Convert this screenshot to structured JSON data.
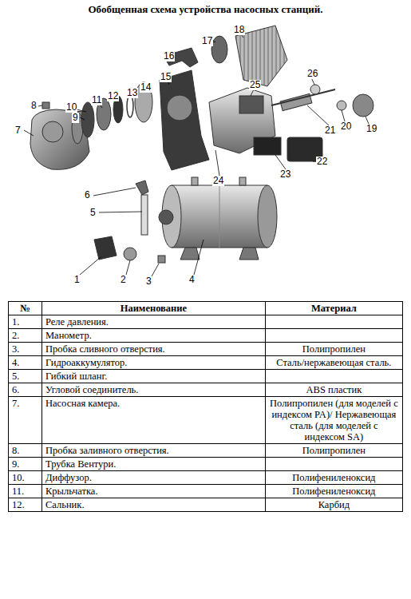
{
  "diagram": {
    "title": "Обобщенная схема устройства насосных станций.",
    "labels": [
      "1",
      "2",
      "3",
      "4",
      "5",
      "6",
      "7",
      "8",
      "9",
      "10",
      "11",
      "12",
      "13",
      "14",
      "15",
      "16",
      "17",
      "18",
      "19",
      "20",
      "21",
      "22",
      "23",
      "24",
      "25",
      "26",
      "№",
      "Наименование",
      "Материал",
      "1.",
      "Реле давления.",
      "2.",
      "Манометр.",
      "3.",
      "Пробка сливного отверстия.",
      "Полипропилен",
      "4.",
      "Гидроаккумулятор.",
      "Сталь/нержавеющая сталь.",
      "5.",
      "Гибкий шланг.",
      "6.",
      "Угловой соединитель.",
      "ABS пластик",
      "7.",
      "Насосная камера.",
      "Полипропилен (для моделей с индексом PA)/ Нержавеющая сталь (для моделей с индексом SA)",
      "8.",
      "Пробка заливного отверстия.",
      "Полипропилен",
      "9.",
      "Трубка Вентури.",
      "10.",
      "Диффузор.",
      "Полифениленоксид",
      "11.",
      "Крыльчатка.",
      "Полифениленоксид",
      "12.",
      "Сальник.",
      "Карбид"
    ]
  }
}
